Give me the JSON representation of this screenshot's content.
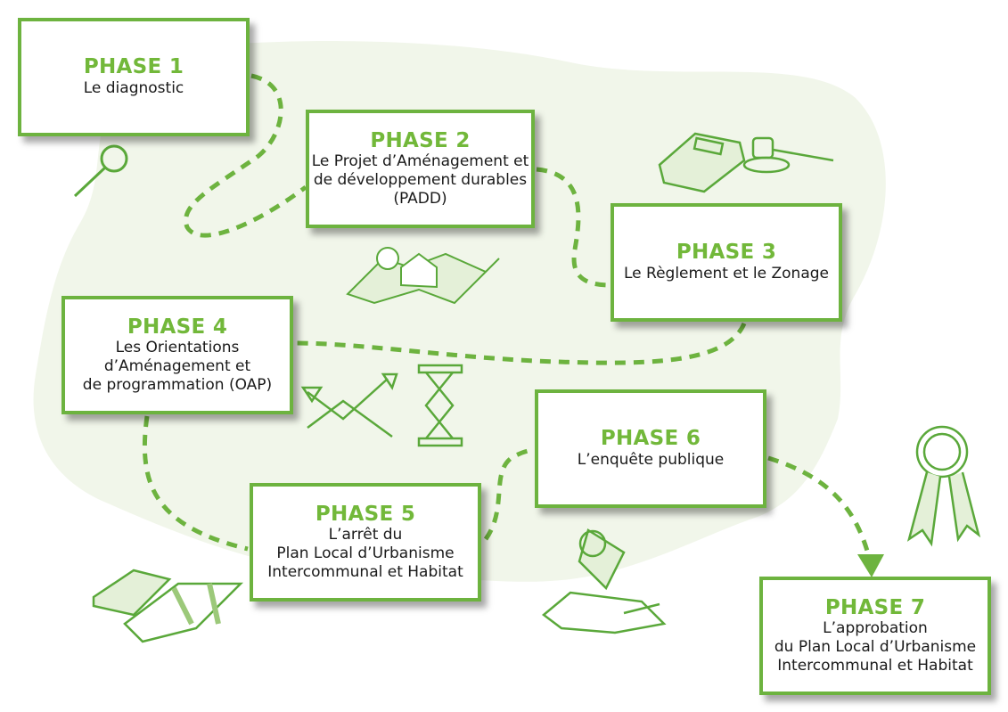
{
  "colors": {
    "accent": "#6db33f",
    "title": "#72b83a",
    "blob": "#f1f6ea",
    "text": "#1a1a1a"
  },
  "phases": [
    {
      "title": "PHASE 1",
      "desc": "Le diagnostic",
      "icon": "magnifier-icon"
    },
    {
      "title": "PHASE 2",
      "desc": "Le Projet d’Aménagement et\nde développement durables\n(PADD)",
      "icon": "map-house-icon"
    },
    {
      "title": "PHASE 3",
      "desc": "Le Règlement et le Zonage",
      "icon": "book-gavel-icon"
    },
    {
      "title": "PHASE 4",
      "desc": "Les Orientations\nd’Aménagement et\nde programmation (OAP)",
      "icon": "arrows-hourglass-icon"
    },
    {
      "title": "PHASE 5",
      "desc": "L’arrêt du\nPlan Local d’Urbanisme\nIntercommunal et Habitat",
      "icon": "book-map-icon"
    },
    {
      "title": "PHASE 6",
      "desc": "L’enquête publique",
      "icon": "megaphone-notebook-icon"
    },
    {
      "title": "PHASE 7",
      "desc": "L’approbation\ndu Plan Local d’Urbanisme\nIntercommunal et Habitat",
      "icon": "award-ribbon-icon"
    }
  ]
}
